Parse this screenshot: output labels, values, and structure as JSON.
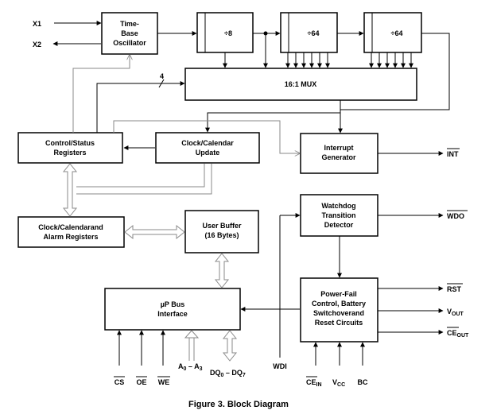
{
  "blocks": {
    "oscillator": [
      "Time-",
      "Base",
      "Oscillator"
    ],
    "div8": "÷8",
    "div64a": "÷64",
    "div64b": "÷64",
    "mux": "16:1 MUX",
    "control_status": [
      "Control/Status",
      "Registers"
    ],
    "clock_update": [
      "Clock/Calendar",
      "Update"
    ],
    "interrupt": [
      "Interrupt",
      "Generator"
    ],
    "alarm_regs": [
      "Clock/Calendarand",
      "Alarm Registers"
    ],
    "user_buffer": [
      "User Buffer",
      "(16 Bytes)"
    ],
    "watchdog": [
      "Watchdog",
      "Transition",
      "Detector"
    ],
    "up_bus": [
      "µP Bus",
      "Interface"
    ],
    "power_fail": [
      "Power-Fail",
      "Control, Battery",
      "Switchoverand",
      "Reset Circuits"
    ]
  },
  "bus_width": "4",
  "pins": {
    "x1": "X1",
    "x2": "X2",
    "int": "INT",
    "wdo": "WDO",
    "rst": "RST",
    "vout": "V",
    "vout_sub": "OUT",
    "ceout": "CE",
    "ceout_sub": "OUT",
    "cs": "CS",
    "oe": "OE",
    "we": "WE",
    "a": "A",
    "a_sub0": "0",
    "a_dash": " – A",
    "a_sub3": "3",
    "dq": "DQ",
    "dq_sub0": "0",
    "dq_dash": " – DQ",
    "dq_sub7": "7",
    "wdi": "WDI",
    "cein": "CE",
    "cein_sub": "IN",
    "vcc": "V",
    "vcc_sub": "CC",
    "bc": "BC"
  },
  "caption": "Figure 3. Block Diagram"
}
